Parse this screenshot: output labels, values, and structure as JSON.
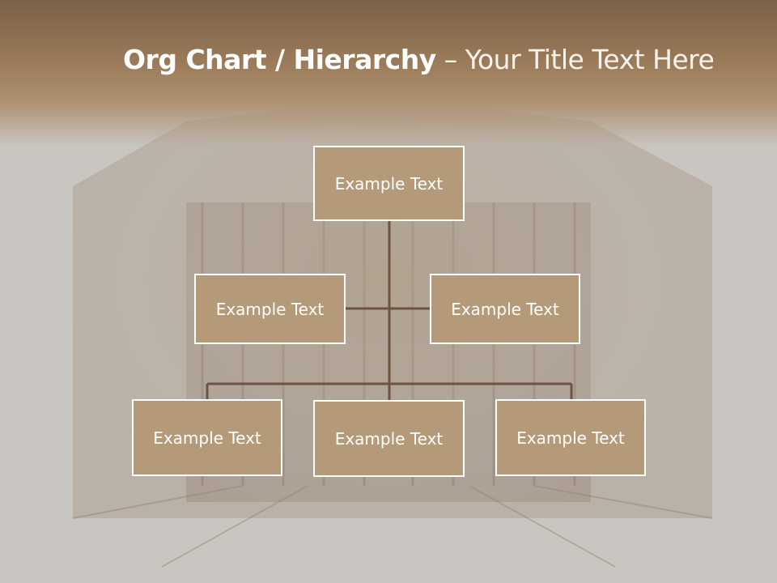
{
  "slide": {
    "title_bold": "Org Chart / Hierarchy",
    "title_sep": " – ",
    "title_rest": "Your Title Text Here"
  },
  "colors": {
    "header_brown": "#9c7c5a",
    "node_fill": "#b49a78",
    "node_border": "#ffffff",
    "connector": "#6e5440",
    "background": "#c9c5c0"
  },
  "org_chart": {
    "root": {
      "label": "Example Text"
    },
    "assistants": [
      {
        "label": "Example Text"
      },
      {
        "label": "Example Text"
      }
    ],
    "children": [
      {
        "label": "Example Text"
      },
      {
        "label": "Example Text"
      },
      {
        "label": "Example Text"
      }
    ]
  }
}
